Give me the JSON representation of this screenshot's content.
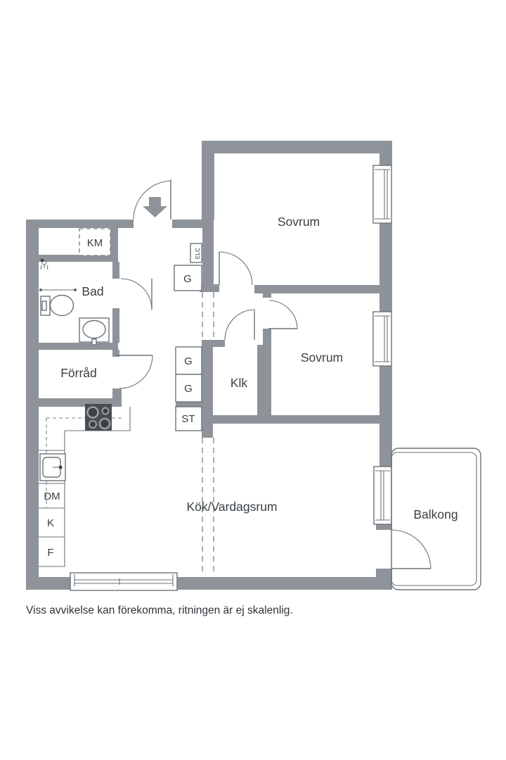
{
  "rooms": {
    "sovrum1": "Sovrum",
    "sovrum2": "Sovrum",
    "bad": "Bad",
    "forrad": "Förråd",
    "klk": "Klk",
    "kok_vardagsrum": "Kök/Vardagsrum",
    "balkong": "Balkong"
  },
  "closets": {
    "km": "KM",
    "g_hall": "G",
    "g_upper": "G",
    "g_lower": "G",
    "st": "ST",
    "elc": "ELC"
  },
  "kitchen_units": {
    "dm": "DM",
    "k": "K",
    "f": "F"
  },
  "footer": "Viss avvikelse kan förekomma, ritningen är ej skalenlig.",
  "colors": {
    "wall_gray": "#8d9399",
    "line_gray": "#6b7378",
    "text_gray": "#3a4045",
    "stove_dark": "#4a4e53"
  }
}
